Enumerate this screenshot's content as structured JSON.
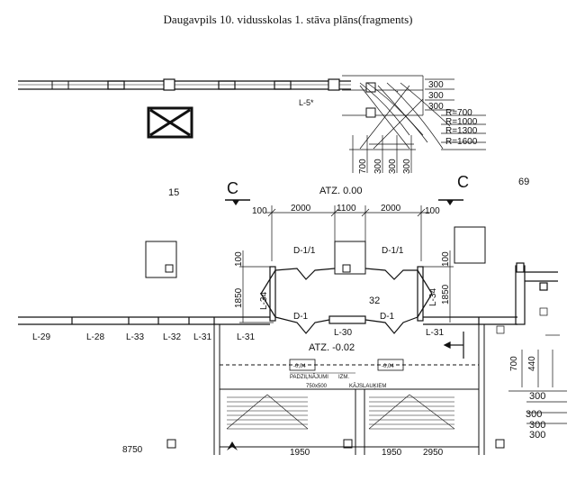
{
  "title": "Daugavpils 10. vidusskolas 1. stāva plāns(fragments)",
  "rooms": {
    "r15": "15",
    "r69": "69",
    "r32": "32"
  },
  "levels": {
    "top": "ATZ. 0.00",
    "bottom": "ATZ. -0.02"
  },
  "sections": {
    "left": "C",
    "right": "C"
  },
  "lintels": {
    "l5": "L-5*",
    "l34_left": "L-34",
    "l34_right": "L-34",
    "l30": "L-30",
    "bottom_row": [
      "L-29",
      "L-28",
      "L-33",
      "L-32",
      "L-31",
      "L-31"
    ],
    "l31_right": "L-31"
  },
  "doors": {
    "d11_left": "D-1/1",
    "d11_right": "D-1/1",
    "d1_left": "D-1",
    "d1_right": "D-1"
  },
  "dims": {
    "top": [
      "100",
      "2000",
      "1100",
      "2000",
      "100"
    ],
    "right_stack": [
      "300",
      "300",
      "300"
    ],
    "radii": [
      "R=700",
      "R=1000",
      "R=1300",
      "R=1600"
    ],
    "vertical": [
      "700",
      "300",
      "300",
      "300"
    ],
    "left_v": [
      "100",
      "1850"
    ],
    "right_v": [
      "100",
      "1850"
    ],
    "bottom_right_v": [
      "700",
      "440"
    ],
    "bottom_right_stack": [
      "300",
      "300",
      "300",
      "300"
    ],
    "bottom": [
      "1950",
      "2950"
    ],
    "left_bottom": "8750"
  },
  "tags": {
    "left_tag": "-0,04",
    "right_tag": "-0,04",
    "left_label": "PADZIĻNĀJUMI",
    "right_label": "IZM.",
    "size": "750x500",
    "size_label": "KĀJSLAUĶIEM"
  }
}
